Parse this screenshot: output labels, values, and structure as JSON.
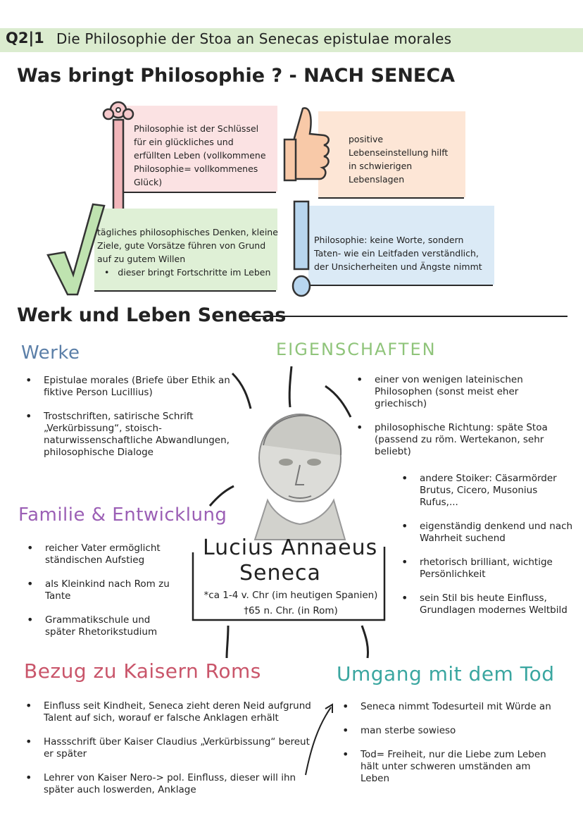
{
  "header": {
    "code": "Q2|1",
    "title": "Die Philosophie der Stoa an Senecas epistulae morales"
  },
  "part1": {
    "heading": "Was bringt Philosophie ? - NACH SENECA",
    "cards": {
      "key": {
        "lines": [
          "Philosophie ist der Schlüssel",
          "für ein glückliches und",
          "erfüllten Leben (vollkommene",
          "Philosophie= vollkommenes",
          "Glück)"
        ]
      },
      "thumb": {
        "lines": [
          "positive",
          "Lebenseinstellung hilft",
          "in schwierigen",
          "Lebenslagen"
        ]
      },
      "check": {
        "lines": [
          "tägliches philosophisches Denken, kleine",
          "Ziele, gute Vorsätze führen von Grund",
          "auf zu gutem Willen"
        ],
        "bullet": "dieser bringt Fortschritte im Leben"
      },
      "exclaim": {
        "lines": [
          "Philosophie: keine Worte, sondern",
          "Taten- wie ein Leitfaden verständlich,",
          "der Unsicherheiten und Ängste nimmt"
        ]
      }
    }
  },
  "part2": {
    "heading": "Werk und Leben Senecas",
    "person": {
      "name_line1": "Lucius Annaeus",
      "name_line2": "Seneca",
      "born": "*ca 1-4 v. Chr (im heutigen Spanien)",
      "died": "†65 n. Chr. (in Rom)"
    },
    "werke": {
      "heading": "Werke",
      "items": [
        "Epistulae morales (Briefe über Ethik an fiktive Person Lucillius)",
        "Trostschriften, satirische Schrift „Verkürbissung“, stoisch-naturwissenschaftliche Abwandlungen, philosophische Dialoge"
      ]
    },
    "eigenschaften": {
      "heading": "EIGENSCHAFTEN",
      "items": [
        "einer von wenigen lateinischen Philosophen (sonst meist eher griechisch)",
        "philosophische Richtung: späte Stoa (passend zu röm. Wertekanon, sehr beliebt)"
      ],
      "subitems": [
        "andere Stoiker: Cäsarmörder Brutus, Cicero, Musonius Rufus,...",
        "eigenständig denkend und nach Wahrheit suchend",
        "rhetorisch brilliant, wichtige Persönlichkeit",
        "sein Stil bis heute Einfluss, Grundlagen modernes Weltbild"
      ]
    },
    "familie": {
      "heading": "Familie & Entwicklung",
      "items": [
        "reicher Vater ermöglicht ständischen Aufstieg",
        "als Kleinkind nach Rom zu Tante",
        "Grammatikschule und später Rhetorikstudium"
      ]
    },
    "kaiser": {
      "heading": "Bezug zu Kaisern Roms",
      "items": [
        "Einfluss seit Kindheit, Seneca zieht deren Neid aufgrund Talent auf sich, worauf er falsche Anklagen erhält",
        "Hassschrift über Kaiser Claudius „Verkürbissung“ bereut er später",
        "Lehrer von Kaiser Nero-> pol. Einfluss, dieser will ihn später auch loswerden, Anklage"
      ]
    },
    "tod": {
      "heading": "Umgang mit dem Tod",
      "items": [
        "Seneca nimmt Todesurteil mit Würde an",
        "man sterbe sowieso",
        "Tod= Freiheit, nur die Liebe zum Leben hält unter schweren umständen am Leben"
      ]
    }
  },
  "colors": {
    "banner": "#dbeccf",
    "pink": "#f6c9cc",
    "peach": "#f8c9a8",
    "green": "#bfe3b0",
    "blue": "#b8d6ef",
    "werke": "#5b7fa8",
    "eigenschaften": "#8fc47a",
    "familie": "#9b5fb5",
    "kaiser": "#c9556a",
    "tod": "#3aa6a0"
  },
  "icons": [
    "key-icon",
    "thumbs-up-icon",
    "checkmark-icon",
    "exclamation-icon",
    "seneca-bust-portrait"
  ]
}
